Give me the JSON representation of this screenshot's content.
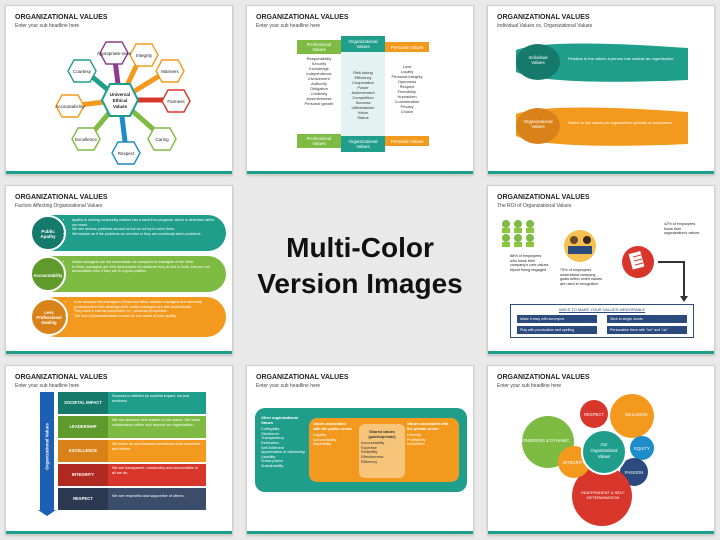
{
  "center_title": [
    "Multi-Color",
    "Version Images"
  ],
  "colors": {
    "teal": "#1f9e8c",
    "green": "#7dbb42",
    "orange": "#f39a1e",
    "purple": "#8e3a8f",
    "navy": "#2b4b7e",
    "red": "#d9362b",
    "blue": "#1d8cc9"
  },
  "s1": {
    "title": "ORGANIZATIONAL VALUES",
    "sub": "Enter your sub headline here",
    "center": [
      "Universal",
      "Ethical",
      "Values"
    ],
    "items": [
      "Appropriate-ness",
      "Integrity",
      "Manners",
      "Fairness",
      "Caring",
      "Respect",
      "Excellence",
      "Accountabi-lity",
      "Courtesy"
    ]
  },
  "s2": {
    "title": "ORGANIZATIONAL VALUES",
    "sub": "Enter your sub headline here",
    "col1_head": [
      "Professional",
      "Values"
    ],
    "col1_items": [
      "Responsibility",
      "Security",
      "Knowledge",
      "Independence",
      "Involvement",
      "Authority",
      "Obligation",
      "Creativity",
      "Assertiveness",
      "Personal growth"
    ],
    "col1_foot": [
      "Professional",
      "Values"
    ],
    "col2_head": [
      "Organizational",
      "Values"
    ],
    "col2_items": [
      "Risk taking",
      "Efficiency",
      "Cooperation",
      "Power",
      "Achievement",
      "Competition",
      "Success",
      "Utilitarianism",
      "Vision",
      "Status"
    ],
    "col2_foot": [
      "Organizational",
      "Values"
    ],
    "col3_head": "Personal Values",
    "col3_items": [
      "Love",
      "Loyalty",
      "Personal integrity",
      "Openness",
      "Respect",
      "Friendship",
      "Humanism",
      "Consideration",
      "Privacy",
      "Choice"
    ],
    "col3_foot": "Personal Values"
  },
  "s3": {
    "title": "ORGANIZATIONAL VALUES",
    "sub": "Individual Values vs. Organizational Values",
    "a_label": [
      "Individual",
      "Values"
    ],
    "a_text": "Pertains to the values a person has outside an organization.",
    "b_label": [
      "Organizational",
      "Values"
    ],
    "b_text": "Refers to the values an organization upholds or empowers."
  },
  "s4": {
    "title": "ORGANIZATIONAL VALUES",
    "sub": "Factors Affecting Organizational Values",
    "rows": [
      {
        "label": [
          "Public",
          "Apathy"
        ],
        "bullets": [
          "Apathy is running community matters has a back from progress, which is otherwise within our reach.",
          "We see serious problems around us but do not try to solve them.",
          "We behave as if the problems do not exist or they are somebody else's problems."
        ]
      },
      {
        "label": [
          "Accountability"
        ],
        "bullets": [
          "Indian managers are not accountable as compared to managers of the West.",
          "In West, managers are held accountable for whatever they do but in India, they are not accountable even if they are in a good position."
        ]
      },
      {
        "label": [
          "Less",
          "Professional",
          "Dealing"
        ],
        "bullets": [
          "If we compare the managers of East and West, western managers are extremely professional in their dealings while Indian managers are less professional.",
          "They work in narrow perspective i.e., personal perspective.",
          "The lack of professionalism is seen as one cause of poor quality."
        ]
      }
    ]
  },
  "s5": {
    "title": "ORGANIZATIONAL VALUES",
    "sub": "The ROI of Organizational Values",
    "stat1": [
      "42% of employees",
      "know their",
      "organization's values"
    ],
    "stat2": [
      "88% of employees",
      "who know their",
      "company's core values",
      "report being engaged"
    ],
    "stat3": [
      "79% of employees",
      "understand company",
      "goals better when values",
      "are used in recognition"
    ],
    "box_head": "WAYS TO MAKE YOUR VALUES MEMORABLE",
    "box_items": [
      "Make it easy with acronyms",
      "Stick to single words",
      "Play with punctuation and spelling",
      "Personalize them with \"we\" and \"us\""
    ]
  },
  "s6": {
    "title": "ORGANIZATIONAL VALUES",
    "sub": "Enter your sub headline here",
    "side": "Organizational Values",
    "rows": [
      {
        "label": "SOCIETAL IMPACT",
        "text": "Success is defined by societal impact, not just numbers."
      },
      {
        "label": "LEADERSHIP",
        "text": "We are pioneers and leaders in our space. We value collaboration within and beyond our organization."
      },
      {
        "label": "EXCELLENCE",
        "text": "We strive for and demand excellence from ourselves and others."
      },
      {
        "label": "INTEGRITY",
        "text": "We are transparent, trustworthy and accountable in all we do."
      },
      {
        "label": "RESPECT",
        "text": "We are respectful and supportive of others."
      }
    ]
  },
  "s7": {
    "title": "ORGANIZATIONAL VALUES",
    "sub": "Enter your sub headline here",
    "outer_head": [
      "Other organizational",
      "Values"
    ],
    "outer_items": [
      "Collegiality",
      "Obedience",
      "Transparency",
      "Dedication",
      "Self-fulfilment",
      "Appreciation of citizenship",
      "Usability",
      "Social justice",
      "Sustainability"
    ],
    "mid_head": [
      "Values associated",
      "with the public sector"
    ],
    "mid_items": [
      "Legality",
      "Accountability",
      "Impartiality"
    ],
    "inner_head": [
      "Shared values",
      "(public/private)"
    ],
    "inner_items": [
      "Accountability",
      "Expertise",
      "Reliability",
      "Effectiveness",
      "Efficiency"
    ],
    "right_head": [
      "Values associated with",
      "the private sector"
    ],
    "right_items": [
      "Honesty",
      "Profitability",
      "Innovation"
    ]
  },
  "s8": {
    "title": "ORGANIZATIONAL VALUES",
    "sub": "Enter your sub headline here",
    "center": [
      "Our",
      "Organizational",
      "Values"
    ],
    "bubbles": [
      "RESPECT",
      "INCLUSION",
      "EQUITY",
      "PASSION",
      "INDEPENDENT & SELF DETERMINATION",
      "INTEGRITY",
      "PIONEERING & DYNAMIC"
    ]
  }
}
